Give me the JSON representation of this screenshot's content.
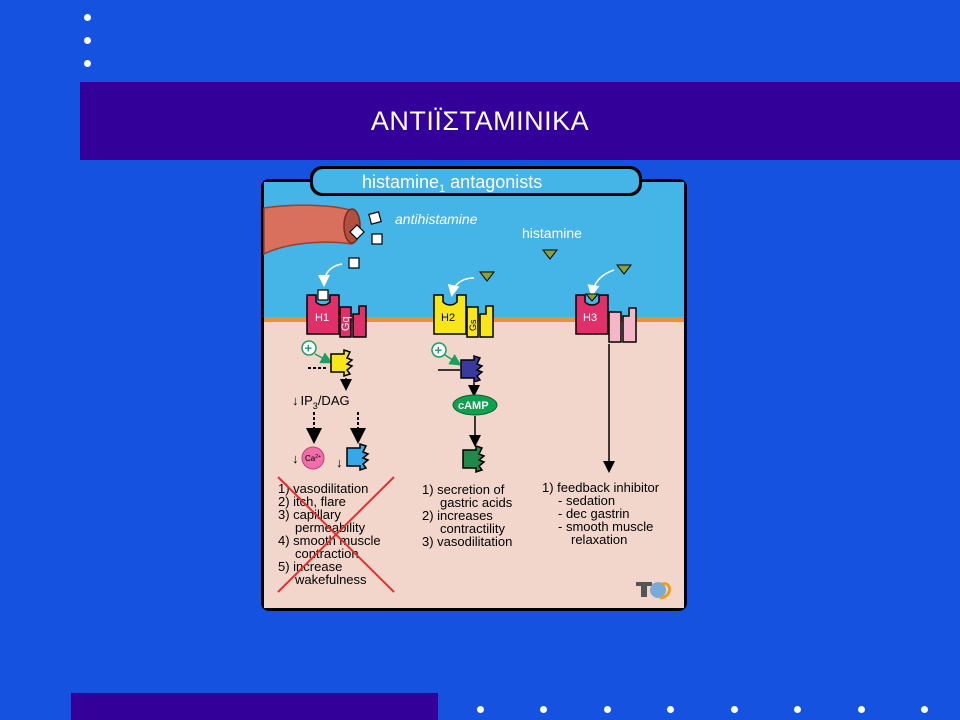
{
  "slide": {
    "title": "ΑΝΤΙΪΣΤΑΜΙΝΙΚΑ",
    "colors": {
      "background": "#1552e0",
      "title_band": "#330099",
      "extracellular": "#45b4e6",
      "intracellular": "#f2d6cc",
      "membrane": "#e8923a",
      "h1_receptor": "#e0306a",
      "h2_receptor": "#f7e61a",
      "h3_receptor": "#e0306a",
      "cross_mark": "#e03030",
      "camp": "#0fa050"
    }
  },
  "diagram": {
    "header_main": "histamine",
    "header_sub": "1",
    "header_rest": " antagonists",
    "antihistamine_label": "antihistamine",
    "histamine_label": "histamine",
    "receptors": {
      "h1": "H1",
      "h1_g": "Gq",
      "h2": "H2",
      "h2_g": "Gs",
      "h3": "H3"
    },
    "plus_symbol": "+",
    "arrow_down": "↓",
    "ip3_main": "IP",
    "ip3_sub": "3",
    "ip3_rest": "/DAG",
    "ca_main": "Ca",
    "ca_sup": "2+",
    "camp": "cAMP",
    "h1_effects": [
      "1) vasodilitation",
      "2) itch, flare",
      "3) capillary",
      "permeability",
      "4) smooth muscle",
      "contraction",
      "5) increase",
      "wakefulness"
    ],
    "h2_effects": [
      "1) secretion of",
      "gastric acids",
      "2) increases",
      "contractility",
      "3) vasodilitation"
    ],
    "h3_effects": [
      "1) feedback inhibitor",
      "- sedation",
      "- dec gastrin",
      "- smooth muscle",
      "relaxation"
    ],
    "logo_icon": "t2c-logo-icon"
  }
}
